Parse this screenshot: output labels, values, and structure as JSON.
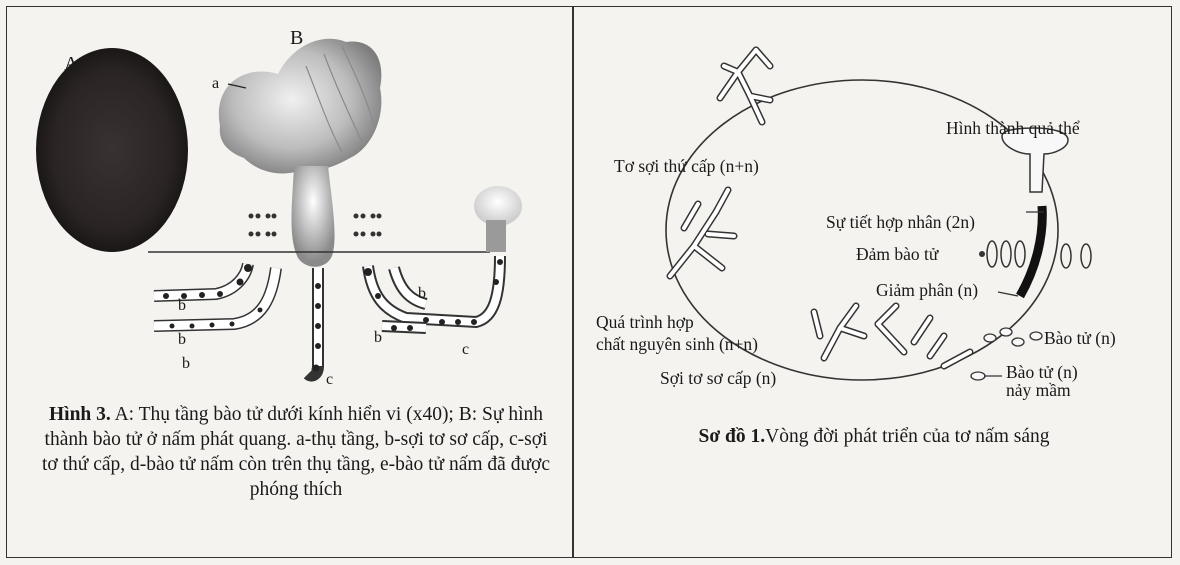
{
  "figure3": {
    "panel_a_label": "A",
    "panel_b_label": "B",
    "label_a": "a",
    "label_b": "b",
    "label_c": "c",
    "caption_title": "Hình 3.",
    "caption_text": "A: Thụ tầng bào tử dưới kính hiển vi (x40); B: Sự hình thành bào tử ở nấm phát quang. a-thụ tầng, b-sợi tơ sơ cấp, c-sợi tơ thứ cấp, d-bào tử nấm còn trên thụ tầng, e-bào tử nấm đã được phóng thích"
  },
  "diagram1": {
    "labels": {
      "fruiting_body": "Hình thành quả thể",
      "secondary_hyphae": "Tơ sợi thứ cấp (n+n)",
      "karyogamy": "Sự tiết hợp nhân (2n)",
      "basidia": "Đảm bào tử",
      "meiosis": "Giảm phân (n)",
      "plasmogamy_line1": "Quá trình hợp",
      "plasmogamy_line2": "chất nguyên sinh (n+n)",
      "spore": "Bào tử (n)",
      "primary_hyphae": "Sợi tơ sơ cấp (n)",
      "germinating_line1": "Bào tử (n)",
      "germinating_line2": "nảy mầm"
    },
    "caption_title": "Sơ đồ 1.",
    "caption_text": "Vòng đời phát triển của tơ nấm sáng"
  }
}
